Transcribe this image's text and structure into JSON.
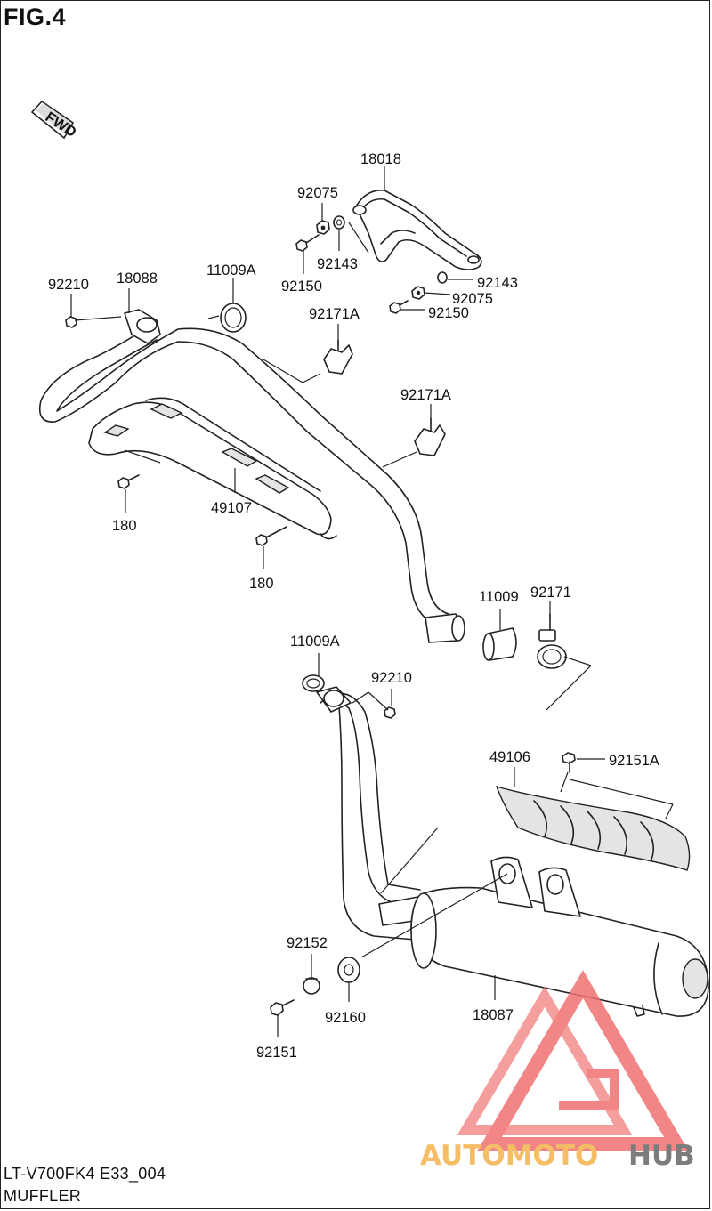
{
  "figure": {
    "title": "FIG.4"
  },
  "direction_marker": {
    "label": "FWD",
    "icon": "forward-arrow-icon"
  },
  "callouts": [
    {
      "id": "c-18018",
      "label": "18018"
    },
    {
      "id": "c-92075-a",
      "label": "92075"
    },
    {
      "id": "c-92143-a",
      "label": "92143"
    },
    {
      "id": "c-92150-a",
      "label": "92150"
    },
    {
      "id": "c-92143-b",
      "label": "92143"
    },
    {
      "id": "c-92075-b",
      "label": "92075"
    },
    {
      "id": "c-92150-b",
      "label": "92150"
    },
    {
      "id": "c-92210-a",
      "label": "92210"
    },
    {
      "id": "c-18088",
      "label": "18088"
    },
    {
      "id": "c-11009A-a",
      "label": "11009A"
    },
    {
      "id": "c-92171A-a",
      "label": "92171A"
    },
    {
      "id": "c-92171A-b",
      "label": "92171A"
    },
    {
      "id": "c-49107",
      "label": "49107"
    },
    {
      "id": "c-180-a",
      "label": "180"
    },
    {
      "id": "c-180-b",
      "label": "180"
    },
    {
      "id": "c-11009",
      "label": "11009"
    },
    {
      "id": "c-92171",
      "label": "92171"
    },
    {
      "id": "c-11009A-b",
      "label": "11009A"
    },
    {
      "id": "c-92210-b",
      "label": "92210"
    },
    {
      "id": "c-49106",
      "label": "49106"
    },
    {
      "id": "c-92151A",
      "label": "92151A"
    },
    {
      "id": "c-92152",
      "label": "92152"
    },
    {
      "id": "c-92160",
      "label": "92160"
    },
    {
      "id": "c-92151",
      "label": "92151"
    },
    {
      "id": "c-18087",
      "label": "18087"
    }
  ],
  "footer": {
    "model_code": "LT-V700FK4 E33_004",
    "section_name": "MUFFLER"
  },
  "watermark": {
    "brand_prefix": "AUTOMOTO",
    "brand_suffix": "HUB",
    "colors": {
      "logo": "#f07070",
      "prefix": "#f5b24d",
      "suffix": "#666666"
    }
  }
}
